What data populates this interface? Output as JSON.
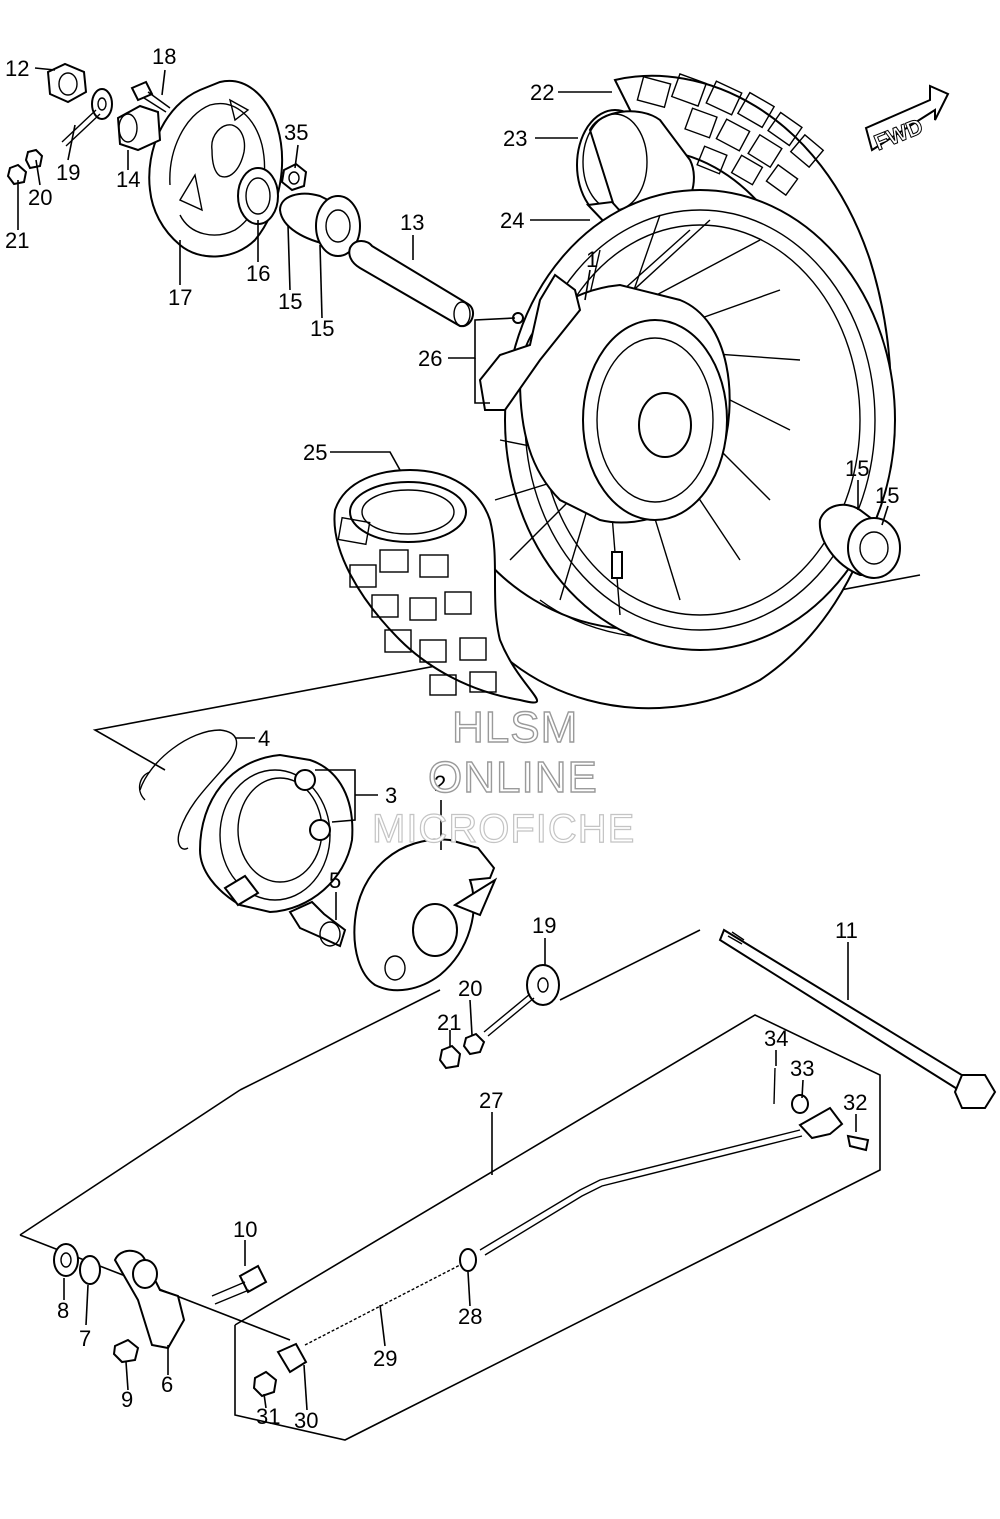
{
  "labels": {
    "p1": "1",
    "p2": "2",
    "p3": "3",
    "p4": "4",
    "p5": "5",
    "p6": "6",
    "p7": "7",
    "p8": "8",
    "p9": "9",
    "p10": "10",
    "p11": "11",
    "p12": "12",
    "p13": "13",
    "p14": "14",
    "p15a": "15",
    "p15b": "15",
    "p15c": "15",
    "p15d": "15",
    "p16": "16",
    "p17": "17",
    "p18": "18",
    "p19a": "19",
    "p19b": "19",
    "p20a": "20",
    "p20b": "20",
    "p21a": "21",
    "p21b": "21",
    "p22": "22",
    "p23": "23",
    "p24": "24",
    "p25": "25",
    "p26": "26",
    "p27": "27",
    "p28": "28",
    "p29": "29",
    "p30": "30",
    "p31": "31",
    "p32": "32",
    "p33": "33",
    "p34": "34",
    "p35": "35"
  },
  "fwd_badge": "FWD",
  "watermark": {
    "line1": "HLSM",
    "line2": "ONLINE",
    "line3": "MICROFICHE"
  }
}
